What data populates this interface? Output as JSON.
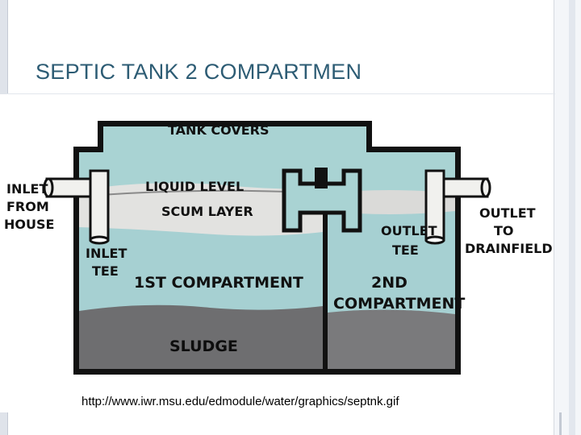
{
  "slide": {
    "title": "SEPTIC TANK 2 COMPARTMEN",
    "source_url": "http://www.iwr.msu.edu/edmodule/water/graphics/septnk.gif"
  },
  "diagram": {
    "labels": {
      "tank_covers": "TANK COVERS",
      "liquid_level": "LIQUID LEVEL",
      "scum_layer": "SCUM LAYER",
      "inlet_from_house": [
        "INLET",
        "FROM",
        "HOUSE"
      ],
      "inlet_tee": [
        "INLET",
        "TEE"
      ],
      "first_compartment": "1ST COMPARTMENT",
      "outlet_tee": [
        "OUTLET",
        "TEE"
      ],
      "second_compartment": [
        "2ND",
        "COMPARTMENT"
      ],
      "outlet_to_drainfield": [
        "OUTLET",
        "TO",
        "DRAINFIELD"
      ],
      "sludge": "SLUDGE"
    },
    "colors": {
      "tank_wall": "#111111",
      "air_space": "#a9d3d3",
      "liquid": "#a6d0d2",
      "scum": "#e2e2e0",
      "sludge": "#6e6e70",
      "pipe": "#f1f1ee"
    }
  }
}
